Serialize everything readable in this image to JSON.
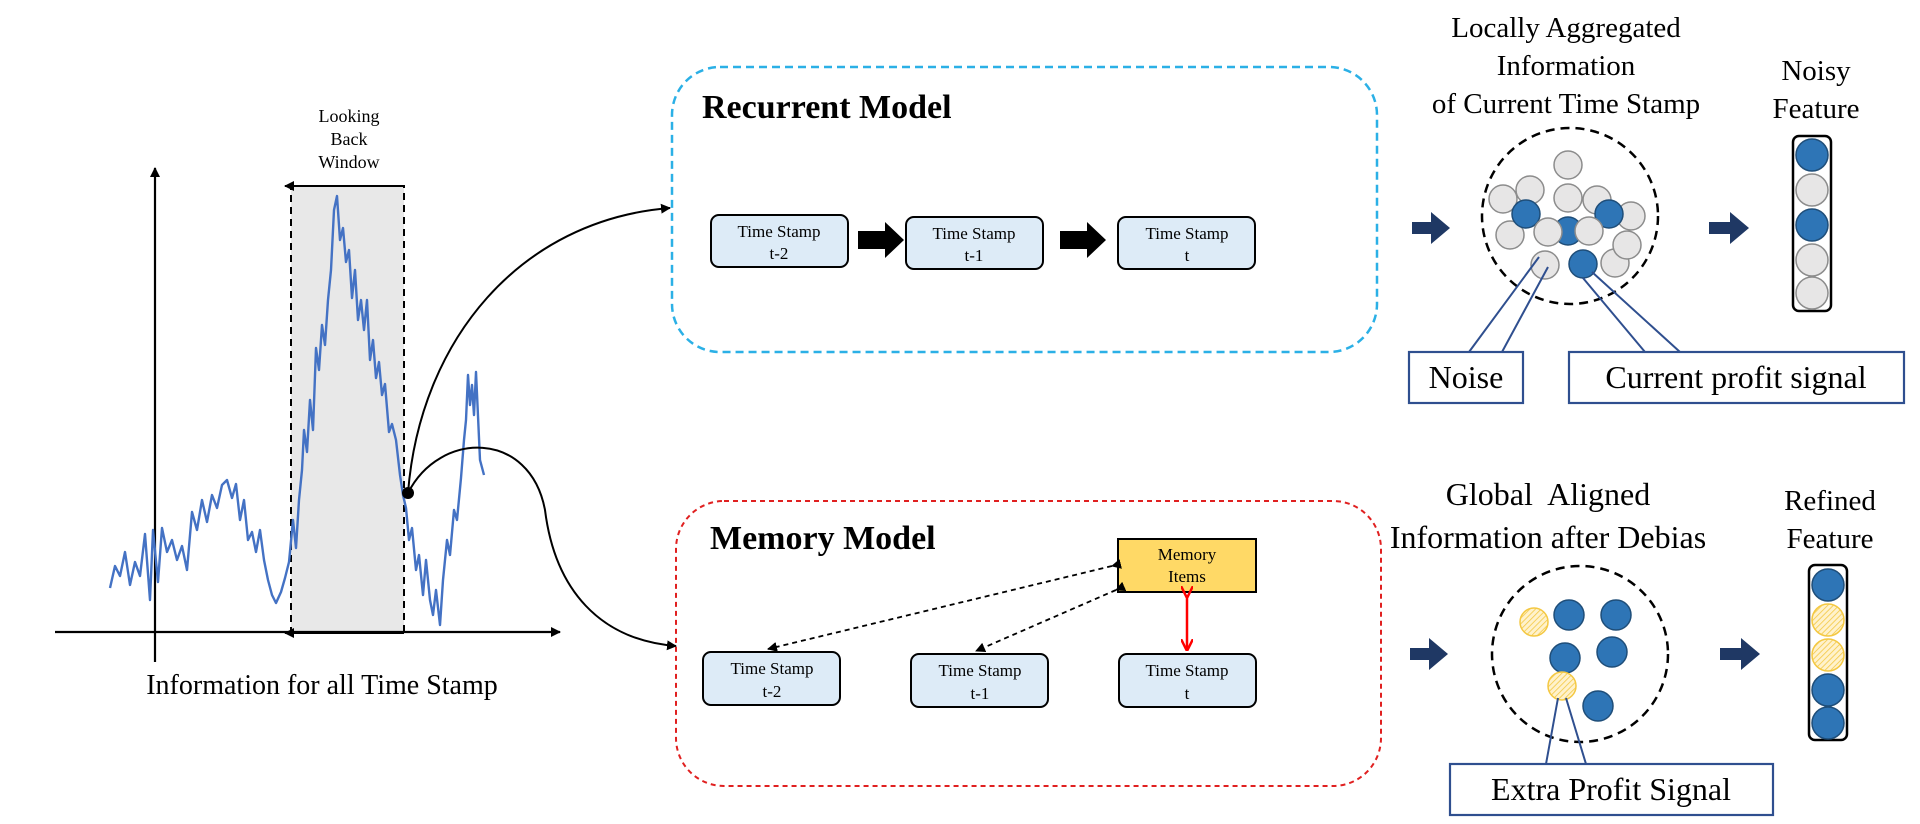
{
  "left_panel": {
    "window_label": [
      "Looking",
      "Back",
      "Window"
    ],
    "caption": "Information for all Time Stamp"
  },
  "recurrent": {
    "title": "Recurrent Model",
    "stamps": [
      {
        "line1": "Time Stamp",
        "line2": "t-2"
      },
      {
        "line1": "Time Stamp",
        "line2": "t-1"
      },
      {
        "line1": "Time Stamp",
        "line2": "t"
      }
    ]
  },
  "memory": {
    "title": "Memory Model",
    "items_label": [
      "Memory",
      "Items"
    ],
    "stamps": [
      {
        "line1": "Time Stamp",
        "line2": "t-2"
      },
      {
        "line1": "Time Stamp",
        "line2": "t-1"
      },
      {
        "line1": "Time Stamp",
        "line2": "t"
      }
    ]
  },
  "top_right": {
    "heading": [
      "Locally Aggregated",
      "Information",
      "of Current Time Stamp"
    ],
    "feature_label": [
      "Noisy",
      "Feature"
    ],
    "noise_label": "Noise",
    "signal_label": "Current profit signal"
  },
  "bottom_right": {
    "heading": [
      "Global  Aligned",
      "Information after Debias"
    ],
    "feature_label": [
      "Refined",
      "Feature"
    ],
    "extra_label": "Extra Profit Signal"
  },
  "colors": {
    "blue_fill": "#2e75b6",
    "grey_fill": "#e7e6e6",
    "yellow_fill": "#ffd966",
    "box_fill": "#ddebf7",
    "memory_fill": "#ffd966",
    "recurrent_border": "#2bb0e6",
    "memory_border": "#e02020",
    "callout_border": "#2f4f8f",
    "red_arrow": "#ff0000"
  }
}
